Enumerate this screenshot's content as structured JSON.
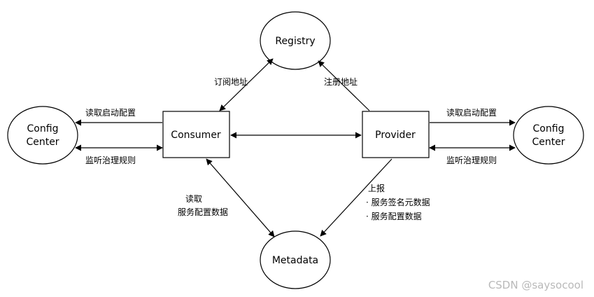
{
  "nodes": {
    "registry": "Registry",
    "consumer": "Consumer",
    "provider": "Provider",
    "metadata": "Metadata",
    "config_left": [
      "Config",
      "Center"
    ],
    "config_right": [
      "Config",
      "Center"
    ]
  },
  "edges": {
    "subscribe": "订阅地址",
    "register": "注册地址",
    "left_read_config": "读取启动配置",
    "left_watch_rules": "监听治理规则",
    "right_read_config": "读取启动配置",
    "right_watch_rules": "监听治理规则",
    "consumer_metadata": [
      "读取",
      "服务配置数据"
    ],
    "provider_metadata": [
      "上报",
      "· 服务签名元数据",
      "· 服务配置数据"
    ]
  },
  "watermark": "CSDN @saysocool"
}
